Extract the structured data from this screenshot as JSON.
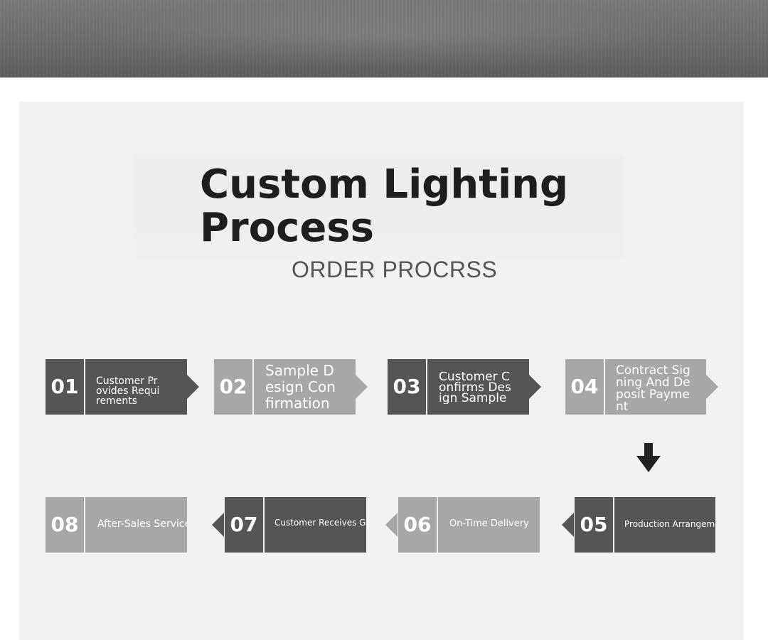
{
  "header": {
    "title": "Custom Lighting Process",
    "subtitle": "ORDER PROCRSS"
  },
  "colors": {
    "dark_step": "#555555",
    "light_step": "#a7a7a7",
    "panel_background": "#f2f2f2",
    "title_text": "#1e1e1e"
  },
  "steps": [
    {
      "number": "01",
      "label": "Customer Provides Requirements"
    },
    {
      "number": "02",
      "label": "Sample Design Confirmation"
    },
    {
      "number": "03",
      "label": "Customer Confirms Design Sample"
    },
    {
      "number": "04",
      "label": "Contract Signing And Deposit Payment"
    },
    {
      "number": "05",
      "label": "Production Arrangement"
    },
    {
      "number": "06",
      "label": "On-Time Delivery"
    },
    {
      "number": "07",
      "label": "Customer Receives Goods"
    },
    {
      "number": "08",
      "label": "After-Sales Service"
    }
  ]
}
